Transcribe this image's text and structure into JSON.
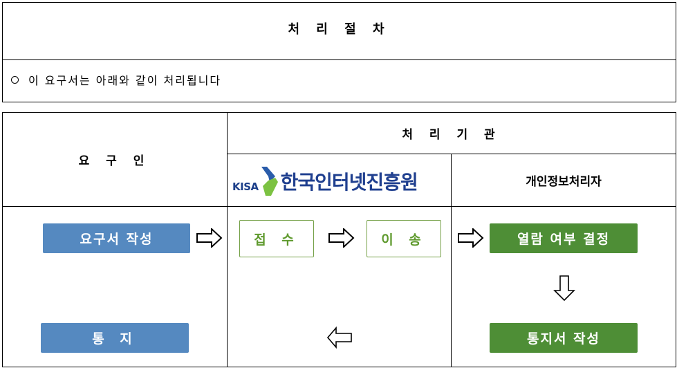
{
  "section": {
    "title": "처 리 절 차",
    "notice_bullet_icon": "circle-icon",
    "notice_text": "이 요구서는 아래와 같이 처리됩니다"
  },
  "flow_table": {
    "columns": {
      "requester": "요 구 인",
      "processing_org": "처 리 기 관",
      "kisa": {
        "logo_abbrev": "KISA",
        "logo_name": "한국인터넷진흥원"
      },
      "controller": "개인정보처리자"
    },
    "steps": {
      "write_request": "요구서 작성",
      "receive": "접 수",
      "transfer": "이 송",
      "decide_access": "열람 여부 결정",
      "write_notice": "통지서 작성",
      "notify": "통 지"
    },
    "arrows": [
      "right-arrow-icon",
      "right-arrow-icon",
      "right-arrow-icon",
      "down-arrow-icon",
      "left-arrow-icon"
    ],
    "colors": {
      "requester_box": "#5589c0",
      "kisa_box_border": "#74a046",
      "kisa_box_text": "#5f9a2e",
      "controller_box": "#4e8e36",
      "logo_blue": "#1f3f8f",
      "logo_green": "#7cc242"
    }
  }
}
